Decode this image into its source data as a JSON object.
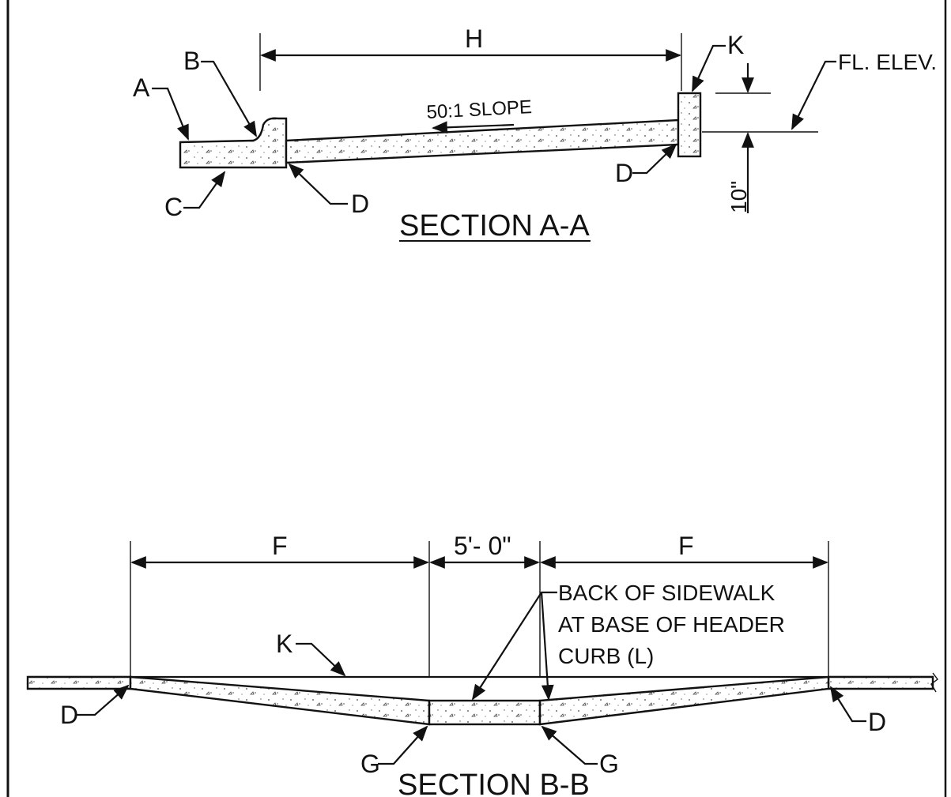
{
  "section_a": {
    "title": "SECTION A-A",
    "labels": {
      "a": "A",
      "b": "B",
      "c": "C",
      "d_left": "D",
      "d_right": "D",
      "h": "H",
      "k": "K",
      "fl_elev": "FL. ELEV.",
      "slope": "50:1 SLOPE",
      "depth": "10\""
    }
  },
  "section_b": {
    "title": "SECTION B-B",
    "labels": {
      "f_left": "F",
      "f_right": "F",
      "center_width": "5'- 0\"",
      "note_line1": "BACK OF SIDEWALK",
      "note_line2": "AT BASE OF HEADER",
      "note_line3": "CURB (L)",
      "k": "K",
      "d_left": "D",
      "d_right": "D",
      "g_left": "G",
      "g_right": "G"
    }
  }
}
